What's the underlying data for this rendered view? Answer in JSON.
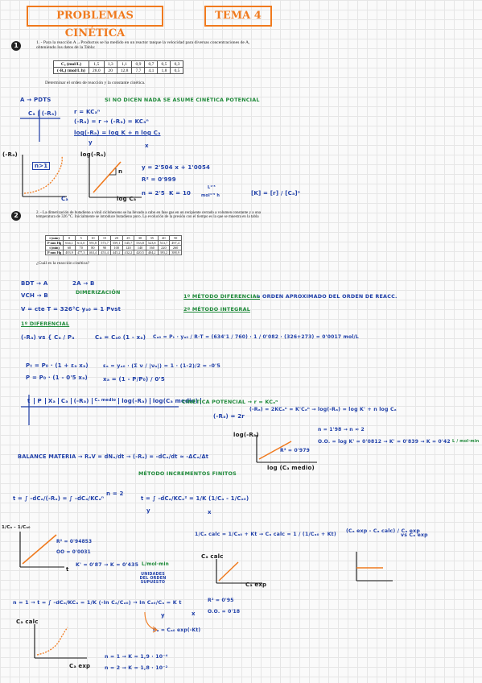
{
  "header": {
    "title": "PROBLEMAS CINÉTICA",
    "topic": "TEMA 4"
  },
  "problem1": {
    "number": "1",
    "statement": "1. - Para la reacción A→Productos se ha medido en un reactor tanque la velocidad para diversas concentraciones de A, obteniendo los datos de la Tabla:",
    "question": "Determinar el orden de reacción y la constante cinética.",
    "table": {
      "header_ca": "Cₐ (mol/L)",
      "header_ra": "(-Rₐ) (mol/L h)",
      "ca": [
        "1,5",
        "1,3",
        "1,1",
        "0,9",
        "0,7",
        "0,5",
        "0,3"
      ],
      "ra": [
        "28,0",
        "20",
        "12,8",
        "7,7",
        "4,1",
        "1,8",
        "0,5"
      ]
    },
    "notes": {
      "reaction": "A → PDTS",
      "hint": "SI NO DICEN NADA SE ASUME CINÉTICA POTENCIAL",
      "col_headers": "Cₐ | (-Rₐ)",
      "eq1": "r = KCₐⁿ",
      "eq2": "(-Rₐ) = r → (-Rₐ) = KCₐⁿ",
      "eq3": "log(-Rₐ) = log K + n log Cₐ",
      "eq3_y": "y",
      "eq3_x": "x",
      "axis_y1": "(-Rₐ)",
      "axis_x1": "Cₐ",
      "box_label": "n>1",
      "axis_y2": "log(-Rₐ)",
      "axis_x2": "log Cₐ",
      "slope": "n",
      "fit": "y = 2'504 x + 1'0054",
      "r2": "R² = 0'999",
      "n_val": "n = 2'5",
      "k_val": "K = 10",
      "k_units_num": "L¹'⁵",
      "k_units_den": "mol¹'⁵ h",
      "units_k": "[K] = [r] / [Cₐ]ⁿ"
    }
  },
  "problem2": {
    "number": "2",
    "statement": "2. - La dimerización de butadieno a vinil ciclohexeno se ha llevado a cabo en fase gas en un recipiente cerrado a volumen constante y a una temperatura de 326 °C. Inicialmente se introduce butadieno puro. La evolución de la presión con el tiempo es la que se muestra en la tabla",
    "question": "¿Cuál es la reacción cinética?",
    "table_rows": [
      {
        "label": "t (min)",
        "values": [
          "0",
          "5",
          "10",
          "15",
          "20",
          "25",
          "30",
          "35",
          "40",
          "50"
        ]
      },
      {
        "label": "P mm Hg",
        "values": [
          "634,1",
          "611,0",
          "591,8",
          "573,7",
          "559,1",
          "545,7",
          "533,8",
          "523,8",
          "513,7",
          "497,4"
        ]
      },
      {
        "label": "t (min)",
        "values": [
          "60",
          "70",
          "80",
          "90",
          "100",
          "120",
          "140",
          "160",
          "220",
          "260"
        ]
      },
      {
        "label": "P mm Hg",
        "values": [
          "483,9",
          "477,3",
          "463,4",
          "453,4",
          "445,2",
          "432,2",
          "420,5",
          "404,2",
          "393,2",
          "388,9"
        ]
      }
    ],
    "notes": {
      "bdt": "BDT → A",
      "vch": "VCH → B",
      "dimer_eq": "2A → B",
      "dimer_label": "DIMERIZACIÓN",
      "conditions": "V = cte   T = 326°C   yₐ₀ = 1   Pvst",
      "metodo1": "1º MÉTODO DIFERENCIAL",
      "metodo1_arrow": "→ ORDEN APROXIMADO DEL ORDEN DE REACC.",
      "metodo2": "2º MÉTODO INTEGRAL",
      "sub1": "1º DIFERENCIAL",
      "rate_vs": "(-Rₐ) vs { Cₐ / Pₐ",
      "ca_eq": "Cₐ = Cₐ₀ (1 - xₐ)",
      "ca0_eq": "Cₐ₀ = Pₜ · yₐ₀ / R·T = (634'1 / 760) · 1 / 0'082 · (326+273) = 0'0017 mol/L",
      "pt_eq": "Pₜ = P₀ · (1 + εₐ xₐ)",
      "ea_eq": "εₐ = yₐ₀ · (Σ ν / |νₐ|) = 1 · (1-2)/2 = -0'5",
      "p_eq": "P = P₀ · (1 - 0'5 xₐ)",
      "xa_eq": "xₐ = (1 - P/P₀) / 0'5",
      "col_headers": [
        "t",
        "P",
        "Xₐ",
        "Cₐ",
        "(-Rₐ)",
        "Cₐ medio",
        "log(-Rₐ)",
        "log(Cₐ medio)"
      ],
      "potencial": "CINÉTICA POTENCIAL → r = KCₐⁿ",
      "ra_2r": "(-Rₐ) = 2r",
      "brace_eq": "(-Rₐ) = 2KCₐⁿ = K'Cₐⁿ → log(-Rₐ) = log K' + n log Cₐ",
      "n_eq": "n = 1'98 → n ≈ 2",
      "oo_eq": "O.O. = log K' = 0'0812 → K' = 0'839 → K = 0'42",
      "oo_units": "L / mol·min",
      "r2": "R² = 0'979",
      "graph_y": "log(-Rₐ)",
      "graph_x": "log (Cₐ medio)",
      "balance": "BALANCE MATERIA → RₐV = dNₐ/dt → (-Rₐ) = -dCₐ/dt ≈ -ΔCₐ/Δt",
      "finite": "MÉTODO INCREMENTOS FINITOS",
      "integral": "t = ∫ -dCₐ/(-Rₐ) = ∫ -dCₐ/KCₐⁿ",
      "n2": "n = 2",
      "integral2": "t = ∫ -dCₐ/KCₐ² = 1/K (1/Cₐ - 1/Cₐ₀)",
      "integral2_y": "y",
      "integral2_x": "x",
      "g3_axis_y": "1/Cₐ - 1/Cₐ₀",
      "g3_axis_x": "t",
      "g3_r2": "R² = 0'94853",
      "g3_oo": "OO = 0'0031",
      "g3_k": "K' = 0'87 → K = 0'435",
      "g3_k_units": "L/mol·min",
      "g3_note": "UNIDADES DEL ORDEN SUPUESTO",
      "calc_eq": "1/Cₐ calc = 1/Cₐ₀ + Kt → Cₐ calc = 1 / (1/Cₐ₀ + Kt)",
      "err_eq": "(Cₐ exp - Cₐ calc) / Cₐ exp",
      "vs": "vs Cₐ exp",
      "g4_axis_y": "Cₐ calc",
      "g4_axis_x": "Cₐ exp",
      "n1": "n = 1 → t = ∫ -dCₐ/KCₐ = 1/K (-ln Cₐ/Cₐ₀) → ln Cₐ₀/Cₐ = K t",
      "n1_y": "y",
      "n1_x": "x",
      "n1_r2": "R² = 0'95",
      "n1_oo": "O.O. = 0'18",
      "n1_ca": "Cₐ = Cₐ₀ exp(-Kt)",
      "g5_axis_y": "Cₐ calc",
      "g5_axis_x": "Cₐ exp",
      "res1": "n = 1 → K = 1,9 · 10⁻⁴",
      "res2": "n = 2 → K = 1,8 · 10⁻²"
    }
  },
  "colors": {
    "orange": "#f07a1e",
    "blue": "#1f3fa8",
    "green": "#1f8a3a",
    "grid": "#e6e6e6"
  }
}
